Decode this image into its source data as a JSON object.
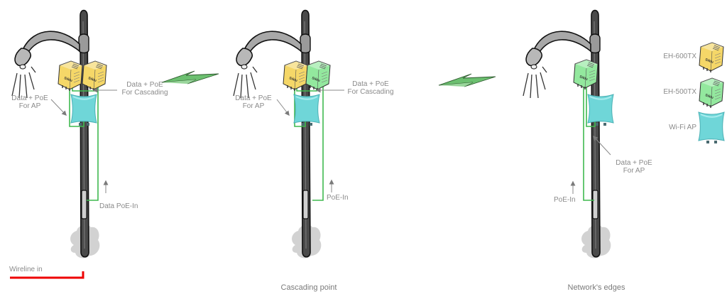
{
  "colors": {
    "eh600": "#f5d768",
    "eh500": "#93e89e",
    "wifi_ap": "#6fd6d8",
    "cable": "#3fb94f",
    "wireline": "#ee0000",
    "label": "#8a8a8a",
    "pole": "#4a4a4a",
    "ground": "#d0d0d0",
    "link": "#6cc070"
  },
  "device_brand": "Siklu",
  "poles": [
    {
      "id": "head-end",
      "devices": [
        "EH-600TX",
        "EH-600TX",
        "Wi-Fi AP"
      ],
      "labels": {
        "ap_feed": [
          "Data + PoE",
          "For AP"
        ],
        "cascade_feed": [
          "Data + PoE",
          "For Cascading"
        ],
        "power_in": "Data PoE-In",
        "wireline": "Wireline in"
      },
      "caption": ""
    },
    {
      "id": "cascading-point",
      "devices": [
        "EH-600TX",
        "EH-500TX",
        "Wi-Fi AP"
      ],
      "labels": {
        "ap_feed": [
          "Data + PoE",
          "For AP"
        ],
        "cascade_feed": [
          "Data + PoE",
          "For Cascading"
        ],
        "power_in": "PoE-In"
      },
      "caption": "Cascading point"
    },
    {
      "id": "network-edge",
      "devices": [
        "EH-500TX",
        "Wi-Fi AP"
      ],
      "labels": {
        "ap_feed": [
          "Data + PoE",
          "For AP"
        ],
        "power_in": "PoE-In"
      },
      "caption": "Network's edges"
    }
  ],
  "links": [
    {
      "from": "head-end",
      "to": "cascading-point",
      "type": "wireless-link"
    },
    {
      "from": "cascading-point",
      "to": "network-edge",
      "type": "wireless-link"
    }
  ],
  "legend": [
    {
      "label": "EH-600TX",
      "icon": "eh600-radio-icon"
    },
    {
      "label": "EH-500TX",
      "icon": "eh500-radio-icon"
    },
    {
      "label": "Wi-Fi AP",
      "icon": "wifi-ap-icon"
    }
  ]
}
